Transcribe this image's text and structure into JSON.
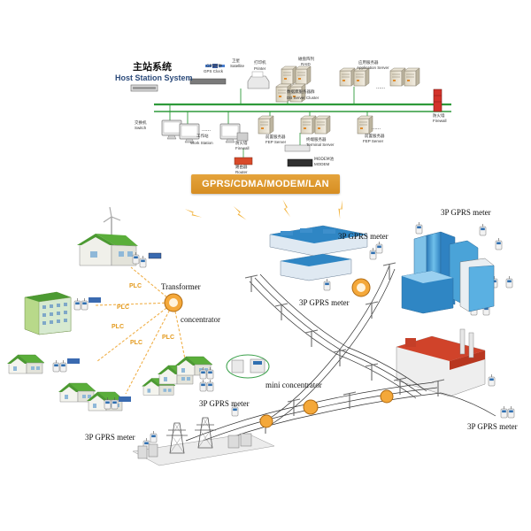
{
  "host": {
    "title_zh": "主站系统",
    "title_en": "Host Station System",
    "devices": [
      {
        "zh": "交换机",
        "en": "Switch"
      },
      {
        "zh": "GPS时钟",
        "en": "GPS Clock"
      },
      {
        "zh": "卫星",
        "en": "Satellite"
      },
      {
        "zh": "打印机",
        "en": "Printer"
      },
      {
        "zh": "磁盘阵列",
        "en": "RAID"
      },
      {
        "zh": "应用服务器",
        "en": "Application Server"
      },
      {
        "zh": "数据库服务器群",
        "en": "DB Server Cluster"
      },
      {
        "zh": "工作站",
        "en": "Work Station"
      },
      {
        "zh": "防火墙",
        "en": "Firewall"
      },
      {
        "zh": "前置服务器",
        "en": "FEP Server"
      },
      {
        "zh": "终端服务器",
        "en": "Terminal Server"
      },
      {
        "zh": "前置服务器",
        "en": "FEP Server"
      },
      {
        "zh": "防火墙",
        "en": "Firewall"
      },
      {
        "zh": "路由器",
        "en": "Router"
      },
      {
        "zh": "MODEM池",
        "en": "MODEM"
      }
    ],
    "ellipsis": "......"
  },
  "banner": "GPRS/CDMA/MODEM/LAN",
  "labels": {
    "meter_top_right": "3P GPRS meter",
    "meter_mid": "3P GPRS meter",
    "meter_building": "3P GPRS meter",
    "meter_left_bottom": "3P GPRS meter",
    "meter_bottom_center": "3P GPRS meter",
    "meter_right_bottom": "3P GPRS meter",
    "transformer": "Transformer",
    "concentrator": "concentrator",
    "mini_concentrator": "mini concentrator",
    "plc": "PLC"
  },
  "colors": {
    "bus": "#2e9a3a",
    "banner": "#d68d22",
    "roof_green": "#4c9a32",
    "building_blue": "#3a8fc7",
    "factory_red": "#d0432a",
    "plc_line": "#f0b04a",
    "lightning": "#f2b23a"
  }
}
